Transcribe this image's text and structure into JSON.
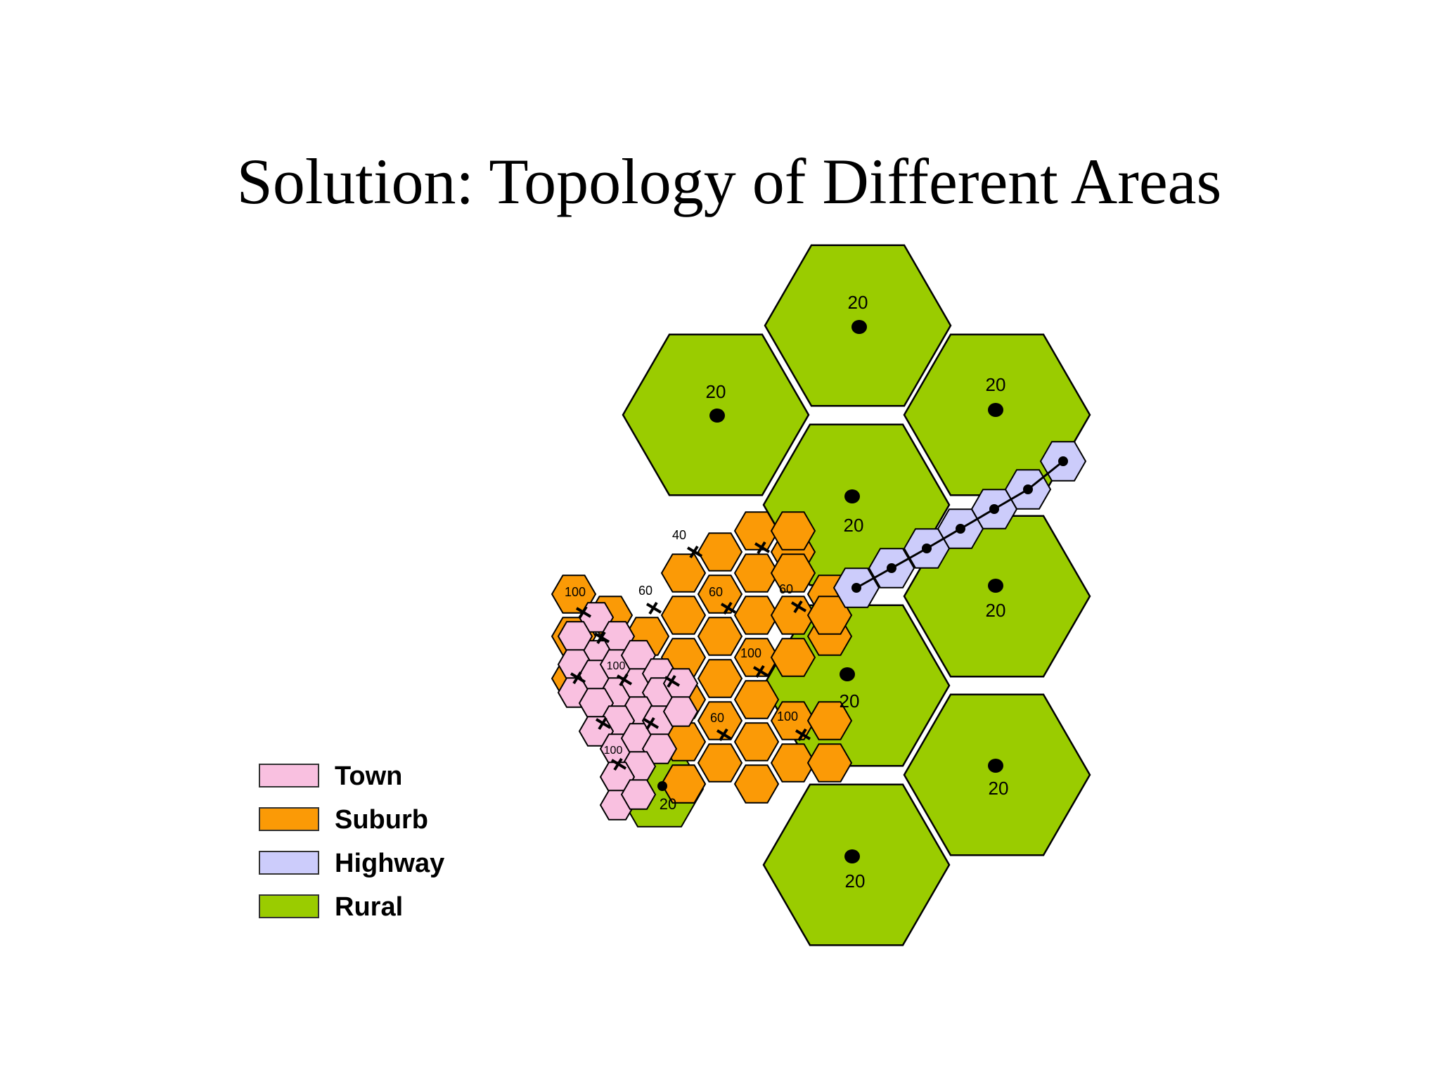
{
  "title": "Solution: Topology of Different Areas",
  "colors": {
    "town": "#f9c0e0",
    "suburb": "#fb9a06",
    "highway": "#ccccfb",
    "rural": "#9acc00",
    "outline": "#000000"
  },
  "legend": [
    {
      "label": "Town",
      "area": "town"
    },
    {
      "label": "Suburb",
      "area": "suburb"
    },
    {
      "label": "Highway",
      "area": "highway"
    },
    {
      "label": "Rural",
      "area": "rural"
    }
  ],
  "rural_cells": [
    {
      "label": "20"
    },
    {
      "label": "20"
    },
    {
      "label": "20"
    },
    {
      "label": "20"
    },
    {
      "label": "20"
    },
    {
      "label": "20"
    },
    {
      "label": "20"
    },
    {
      "label": "20"
    },
    {
      "label": "20"
    }
  ],
  "small_rural_label": "20",
  "suburb_labels": [
    "40",
    "100",
    "60",
    "60",
    "60",
    "100",
    "60",
    "100"
  ],
  "town_labels": [
    "100",
    "100"
  ],
  "highway_cell_count": 7
}
